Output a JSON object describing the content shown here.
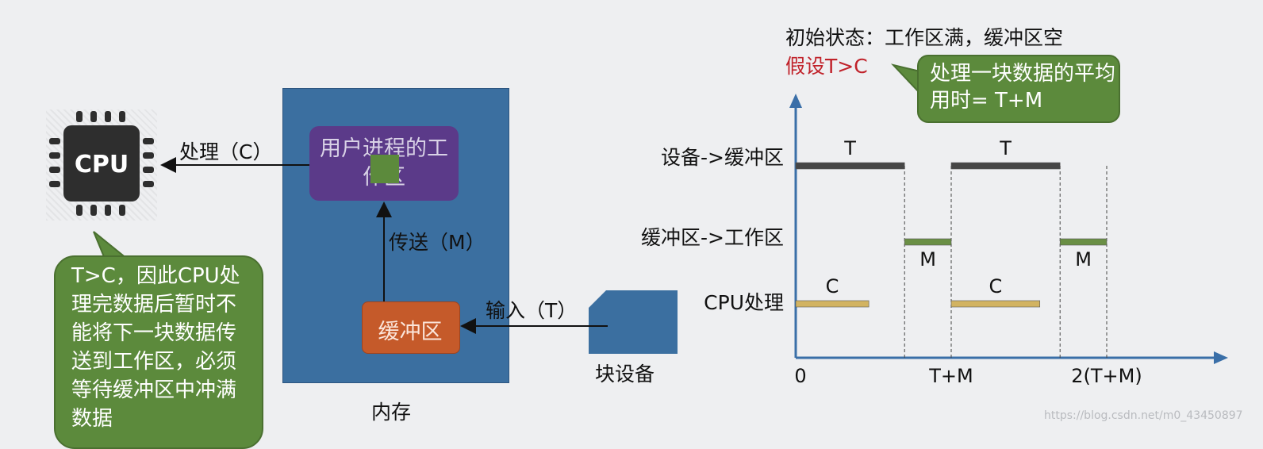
{
  "cpu": {
    "chip_label": "CPU",
    "process_label": "处理（C）"
  },
  "memory": {
    "label": "内存",
    "work_area_label": "用户进程的工作区",
    "buffer_label": "缓冲区",
    "transfer_label": "传送（M）"
  },
  "device": {
    "label": "块设备",
    "input_label": "输入（T）"
  },
  "callout_left": {
    "text": "T>C，因此CPU处理完数据后暂时不能将下一块数据传送到工作区，必须等待缓冲区中冲满数据"
  },
  "callout_right": {
    "text": "处理一块数据的平均用时= T+M"
  },
  "timing": {
    "initial_state": "初始状态：工作区满，缓冲区空",
    "assumption": "假设T>C",
    "rows": [
      "设备->缓冲区",
      "缓冲区->工作区",
      "CPU处理"
    ],
    "x_ticks": [
      "0",
      "T+M",
      "2(T+M)"
    ],
    "segments": [
      {
        "row": "设备->缓冲区",
        "start": 0,
        "end": 0.7,
        "label": "T",
        "color": "#464646"
      },
      {
        "row": "设备->缓冲区",
        "start": 1.0,
        "end": 1.7,
        "label": "T",
        "color": "#464646"
      },
      {
        "row": "缓冲区->工作区",
        "start": 0.7,
        "end": 1.0,
        "label": "M",
        "color": "#6a8f45"
      },
      {
        "row": "缓冲区->工作区",
        "start": 1.7,
        "end": 2.0,
        "label": "M",
        "color": "#6a8f45"
      },
      {
        "row": "CPU处理",
        "start": 0,
        "end": 0.47,
        "label": "C",
        "color": "#d2b361"
      },
      {
        "row": "CPU处理",
        "start": 1.0,
        "end": 1.57,
        "label": "C",
        "color": "#d2b361"
      }
    ]
  },
  "watermark": "https://blog.csdn.net/m0_43450897"
}
